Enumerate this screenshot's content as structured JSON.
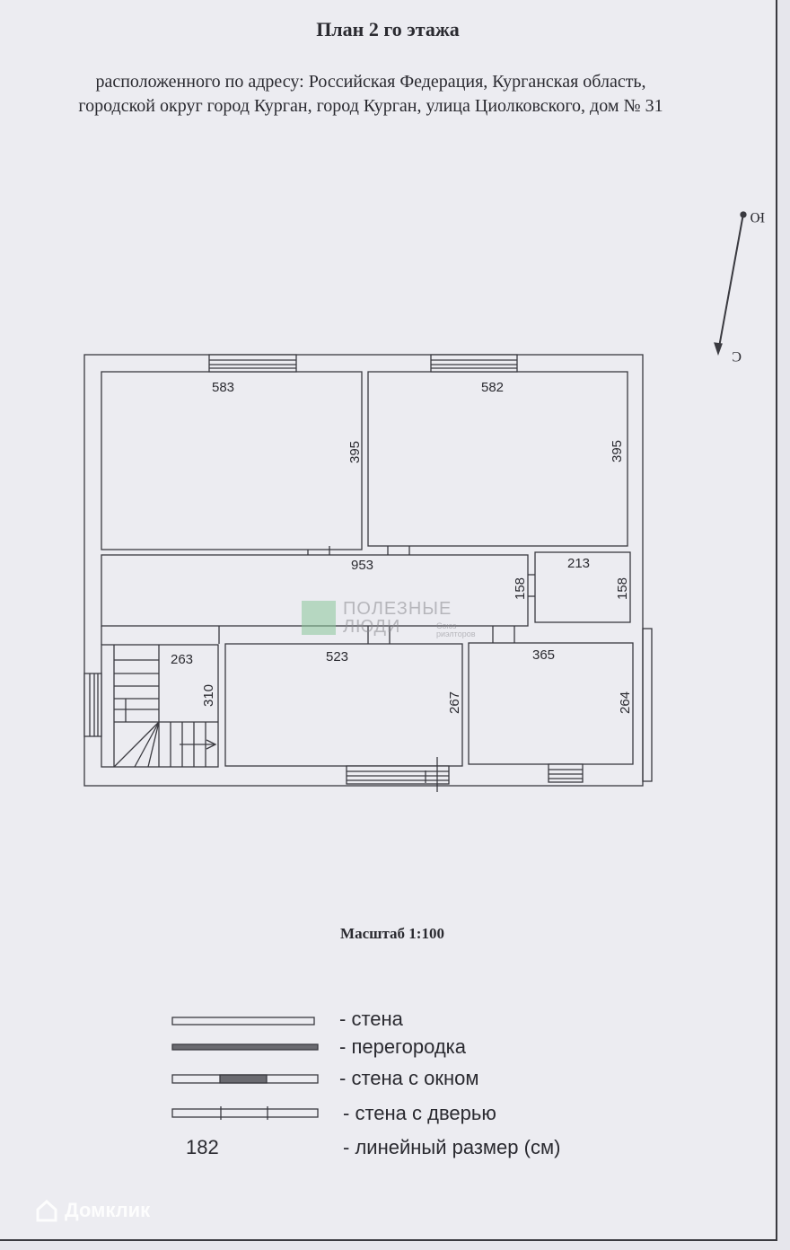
{
  "header": {
    "title": "План 2 го этажа",
    "address_line1": "расположенного по адресу: Российская Федерация, Курганская область,",
    "address_line2": "городской округ город Курган, город Курган, улица Циолковского, дом № 31"
  },
  "compass": {
    "north_label": "Ю",
    "south_label": "С"
  },
  "rooms": [
    {
      "width": "583",
      "depth": "395"
    },
    {
      "width": "582",
      "depth": "395"
    },
    {
      "width": "953",
      "depth": "158"
    },
    {
      "width": "213",
      "depth": "158"
    },
    {
      "width": "263",
      "depth": "310"
    },
    {
      "width": "523",
      "depth": "267"
    },
    {
      "width": "365",
      "depth": "264"
    }
  ],
  "watermark": {
    "line1": "ПОЛЕЗНЫЕ",
    "line2": "ЛЮДИ",
    "note": "Союз риэлторов"
  },
  "scale": "Масштаб 1:100",
  "legend": {
    "wall": "- стена",
    "partition": "- перегородка",
    "wall_window": "- стена с окном",
    "wall_door": "- стена с дверью",
    "dimension_sample": "182",
    "dimension": "- линейный размер  (см)"
  },
  "brand": "Домклик"
}
